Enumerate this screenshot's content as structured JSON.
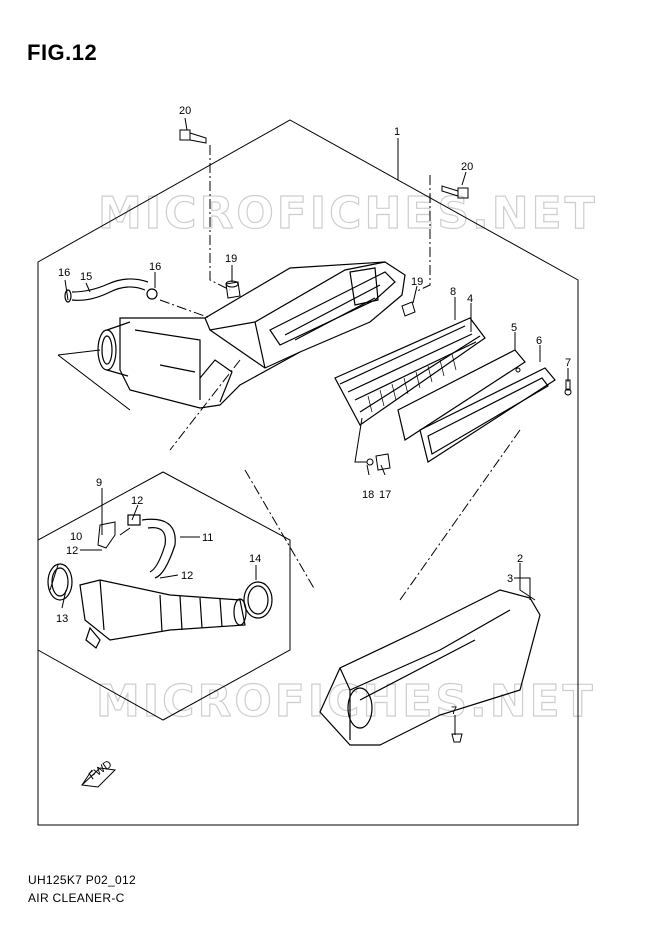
{
  "figure": {
    "title": "FIG.12",
    "code": "UH125K7 P02_012",
    "name": "AIR CLEANER-C"
  },
  "watermark": {
    "text": "MICROFICHES.NET",
    "color": "#c9c9c9"
  },
  "fwd_label": "FWD",
  "callouts": {
    "c1": "1",
    "c2": "2",
    "c3": "3",
    "c4": "4",
    "c5": "5",
    "c6": "6",
    "c7a": "7",
    "c7b": "7",
    "c8": "8",
    "c9": "9",
    "c10": "10",
    "c11": "11",
    "c12a": "12",
    "c12b": "12",
    "c12c": "12",
    "c13": "13",
    "c14": "14",
    "c15": "15",
    "c16a": "16",
    "c16b": "16",
    "c17": "17",
    "c18": "18",
    "c19a": "19",
    "c19b": "19",
    "c20a": "20",
    "c20b": "20"
  }
}
